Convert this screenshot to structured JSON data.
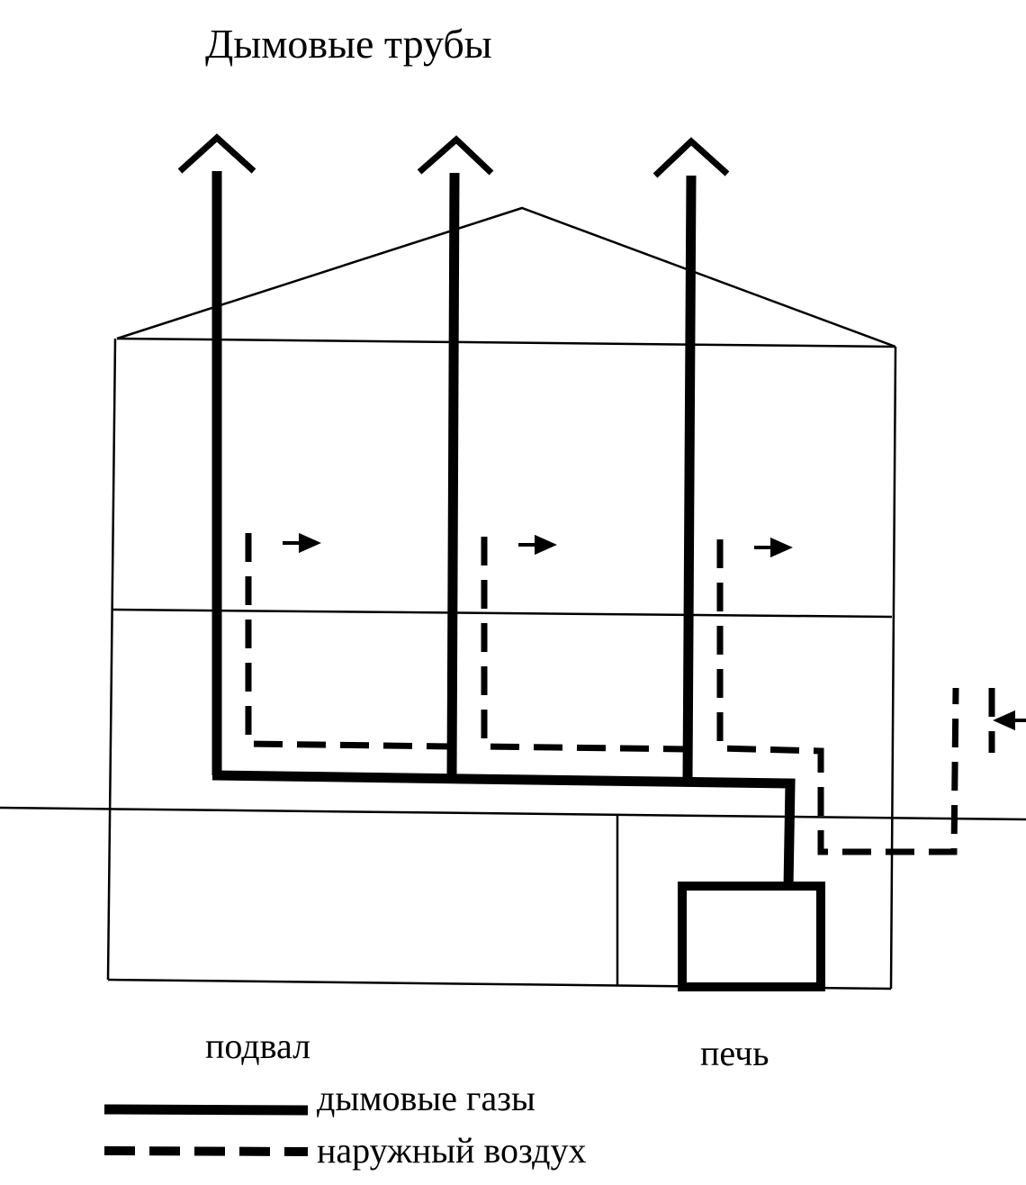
{
  "labels": {
    "title": "Дымовые трубы",
    "basement": "подвал",
    "stove": "печь"
  },
  "legend": {
    "smoke_gases": "дымовые газы",
    "outside_air": "наружный воздух"
  },
  "colors": {
    "ink": "#000000",
    "background": "#ffffff"
  }
}
